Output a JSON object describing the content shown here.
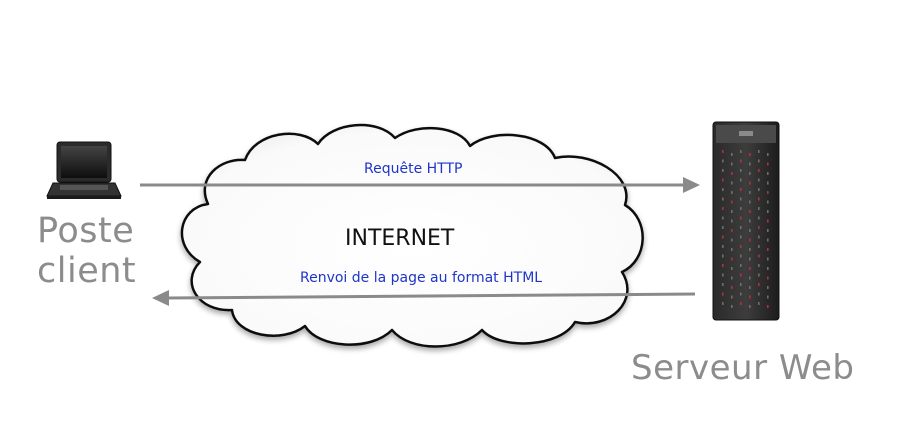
{
  "diagram": {
    "client": {
      "label_line1": "Poste",
      "label_line2": "client",
      "icon": "laptop-icon"
    },
    "server": {
      "label": "Serveur Web",
      "icon": "server-tower-icon"
    },
    "network": {
      "label": "INTERNET",
      "shape": "cloud"
    },
    "flows": {
      "request": "Requête HTTP",
      "response": "Renvoi de la page au format HTML"
    },
    "colors": {
      "big_label": "#8c8c8c",
      "flow_label": "#1f35c8",
      "arrow": "#8a8a8a",
      "cloud_stroke": "#111111"
    }
  }
}
